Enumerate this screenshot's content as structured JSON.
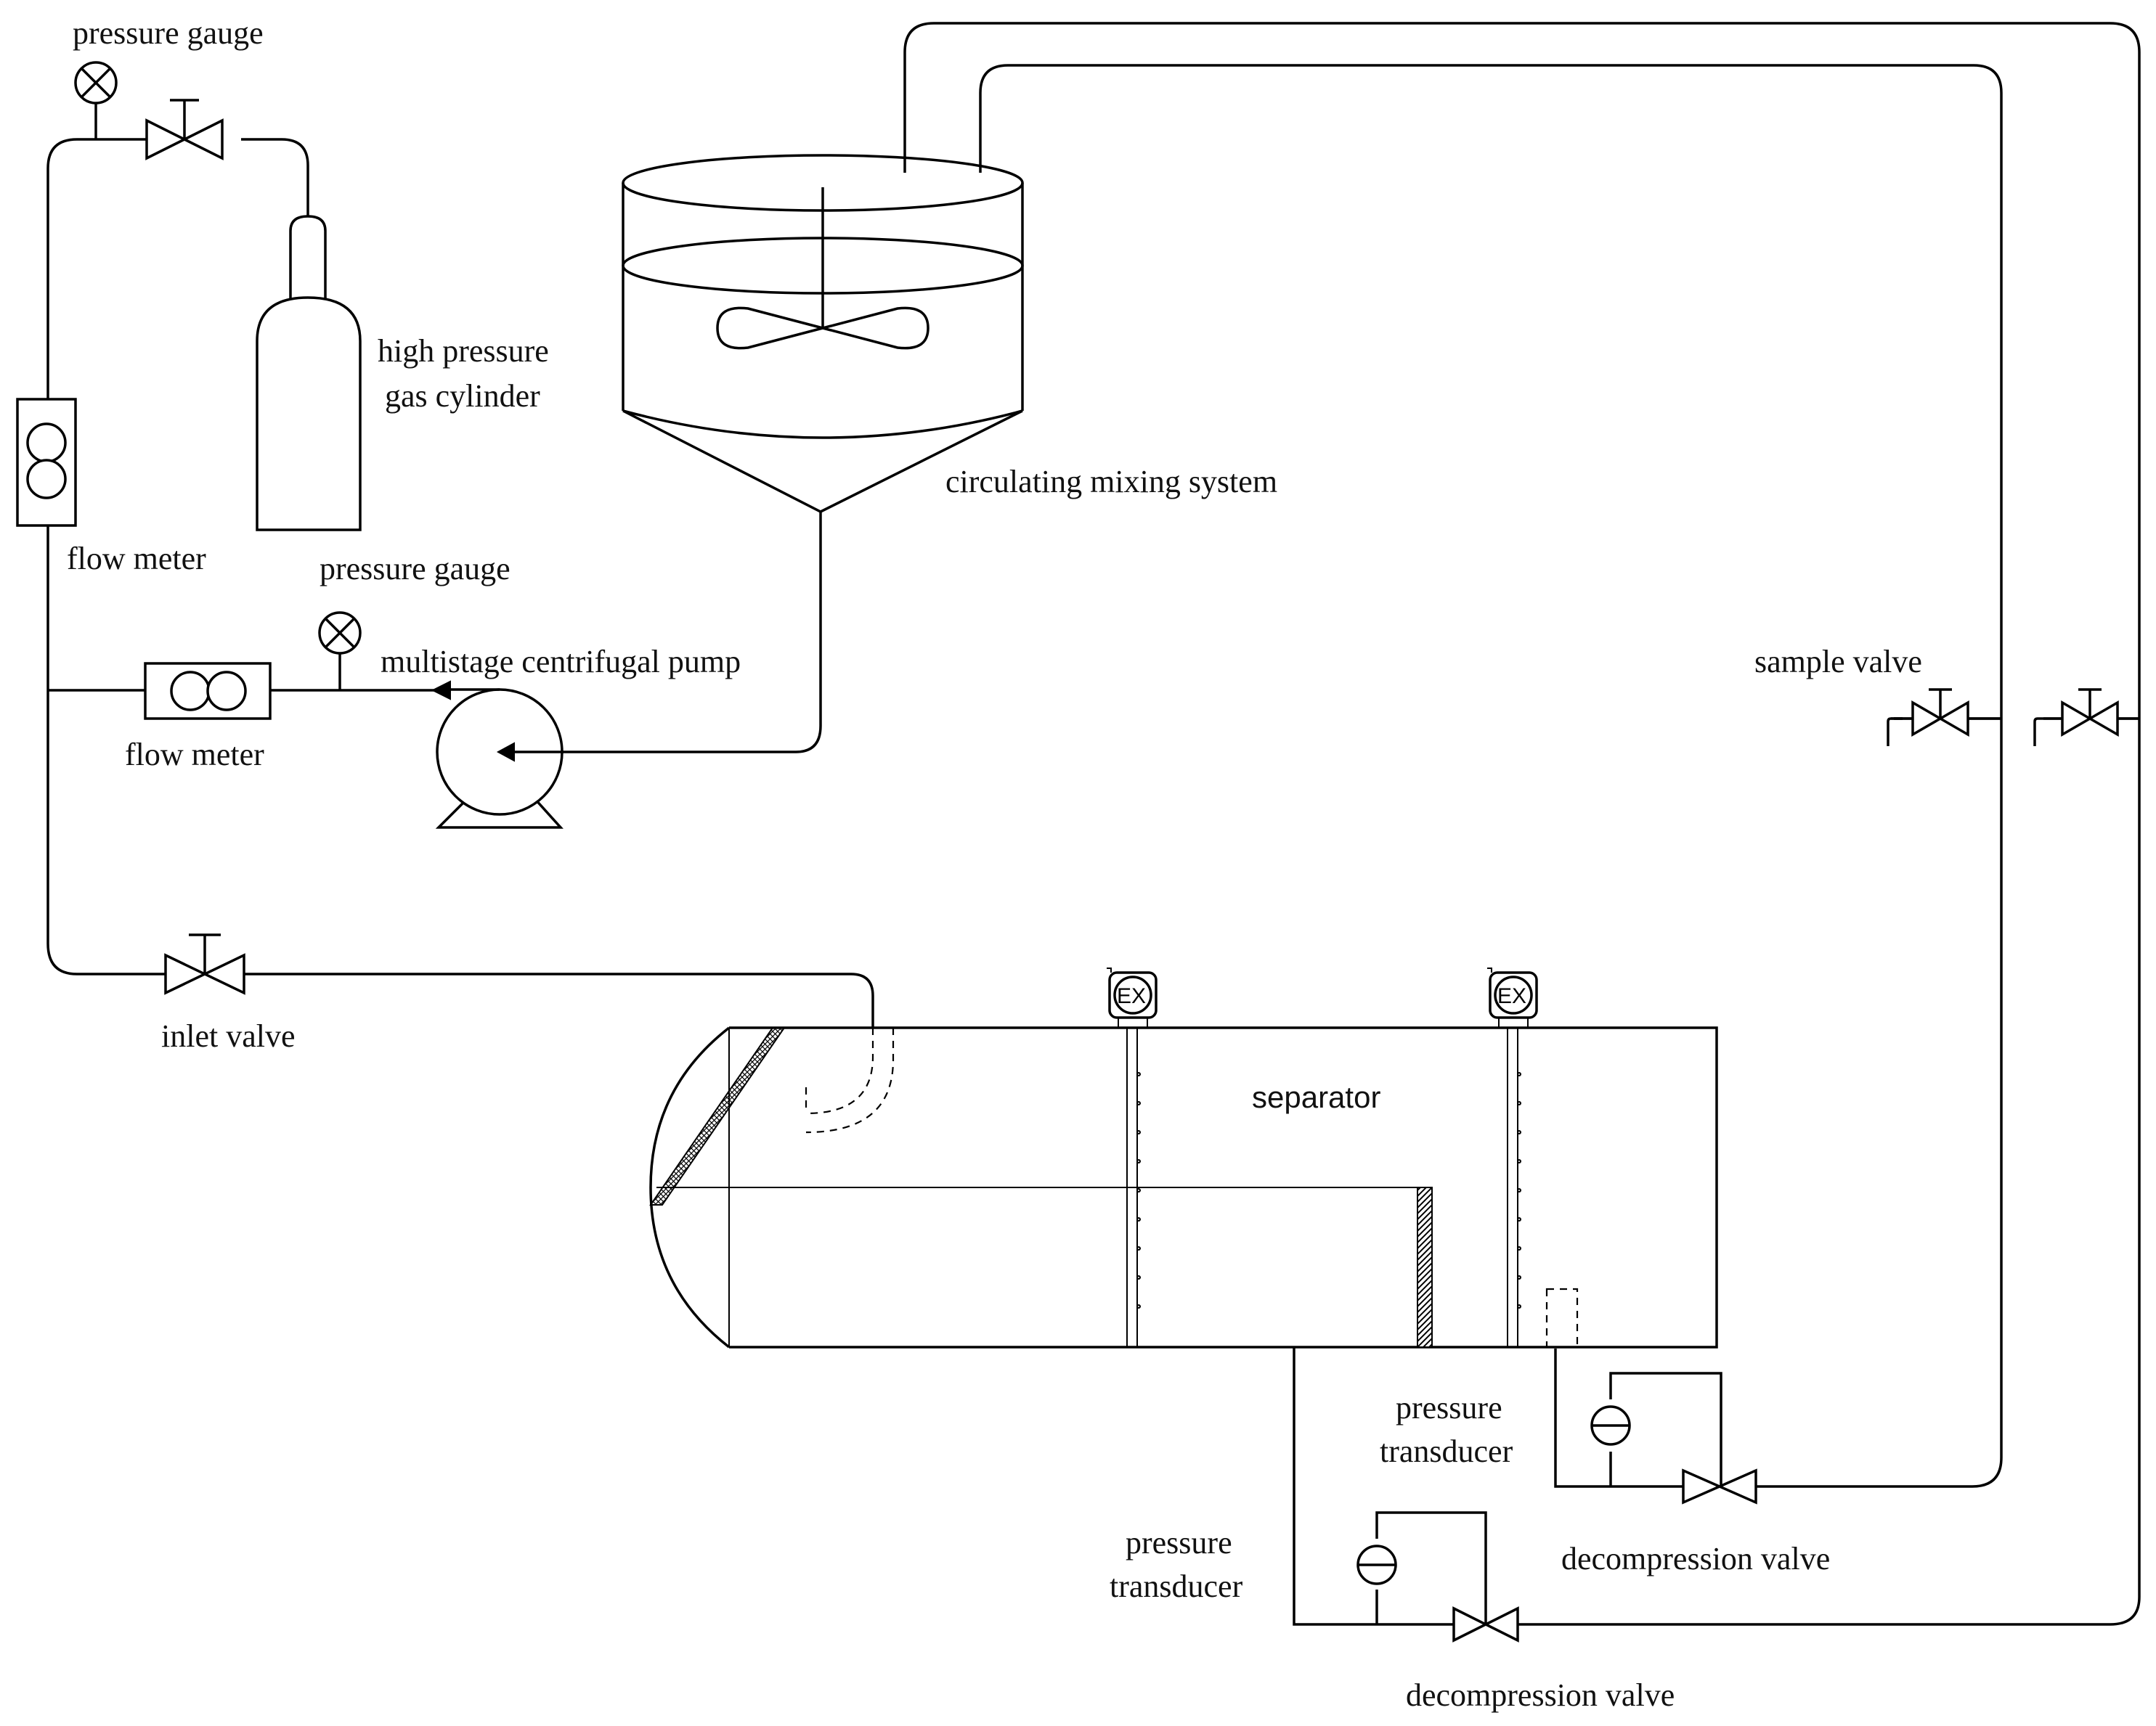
{
  "labels": {
    "pressure_gauge_top": "pressure gauge",
    "gas_cylinder_line1": "high pressure",
    "gas_cylinder_line2": "gas cylinder",
    "flow_meter_left": "flow meter",
    "pressure_gauge_pump": "pressure gauge",
    "pump": "multistage centrifugal pump",
    "flow_meter_mid": "flow meter",
    "mixing_system": "circulating mixing system",
    "sample_valve": "sample valve",
    "inlet_valve": "inlet valve",
    "separator": "separator",
    "transducer_upper_line1": "pressure",
    "transducer_upper_line2": "transducer",
    "decompression_upper": "decompression valve",
    "transducer_lower_line1": "pressure",
    "transducer_lower_line2": "transducer",
    "decompression_lower": "decompression valve",
    "level_gauge_1": "EX",
    "level_gauge_2": "EX"
  }
}
